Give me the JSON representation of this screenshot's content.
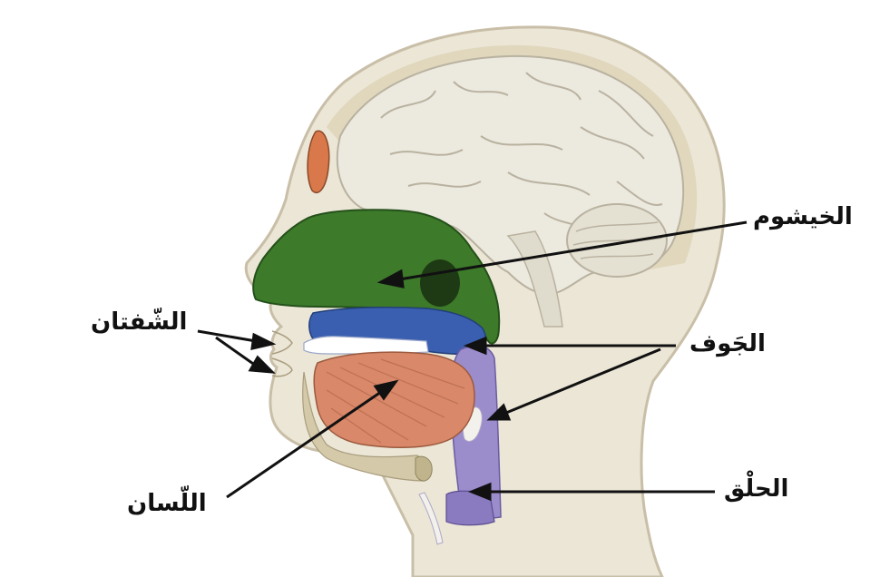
{
  "labels": {
    "khayshum": "الخيشوم",
    "shafatan": "الشّفتان",
    "jawf": "الجَوف",
    "lisan": "اللّسان",
    "halq": "الحلْق"
  },
  "colors": {
    "background": "#ffffff",
    "skin": "#ece6d6",
    "skin_outline": "#c9bfa8",
    "brain": "#e6e2d6",
    "nasal_cavity": "#3d7a2a",
    "sinus": "#d9784a",
    "palate": "#3a5fb0",
    "tongue": "#d9886a",
    "throat": "#9b8ccc",
    "teeth": "#ffffff",
    "arrow": "#111111"
  }
}
